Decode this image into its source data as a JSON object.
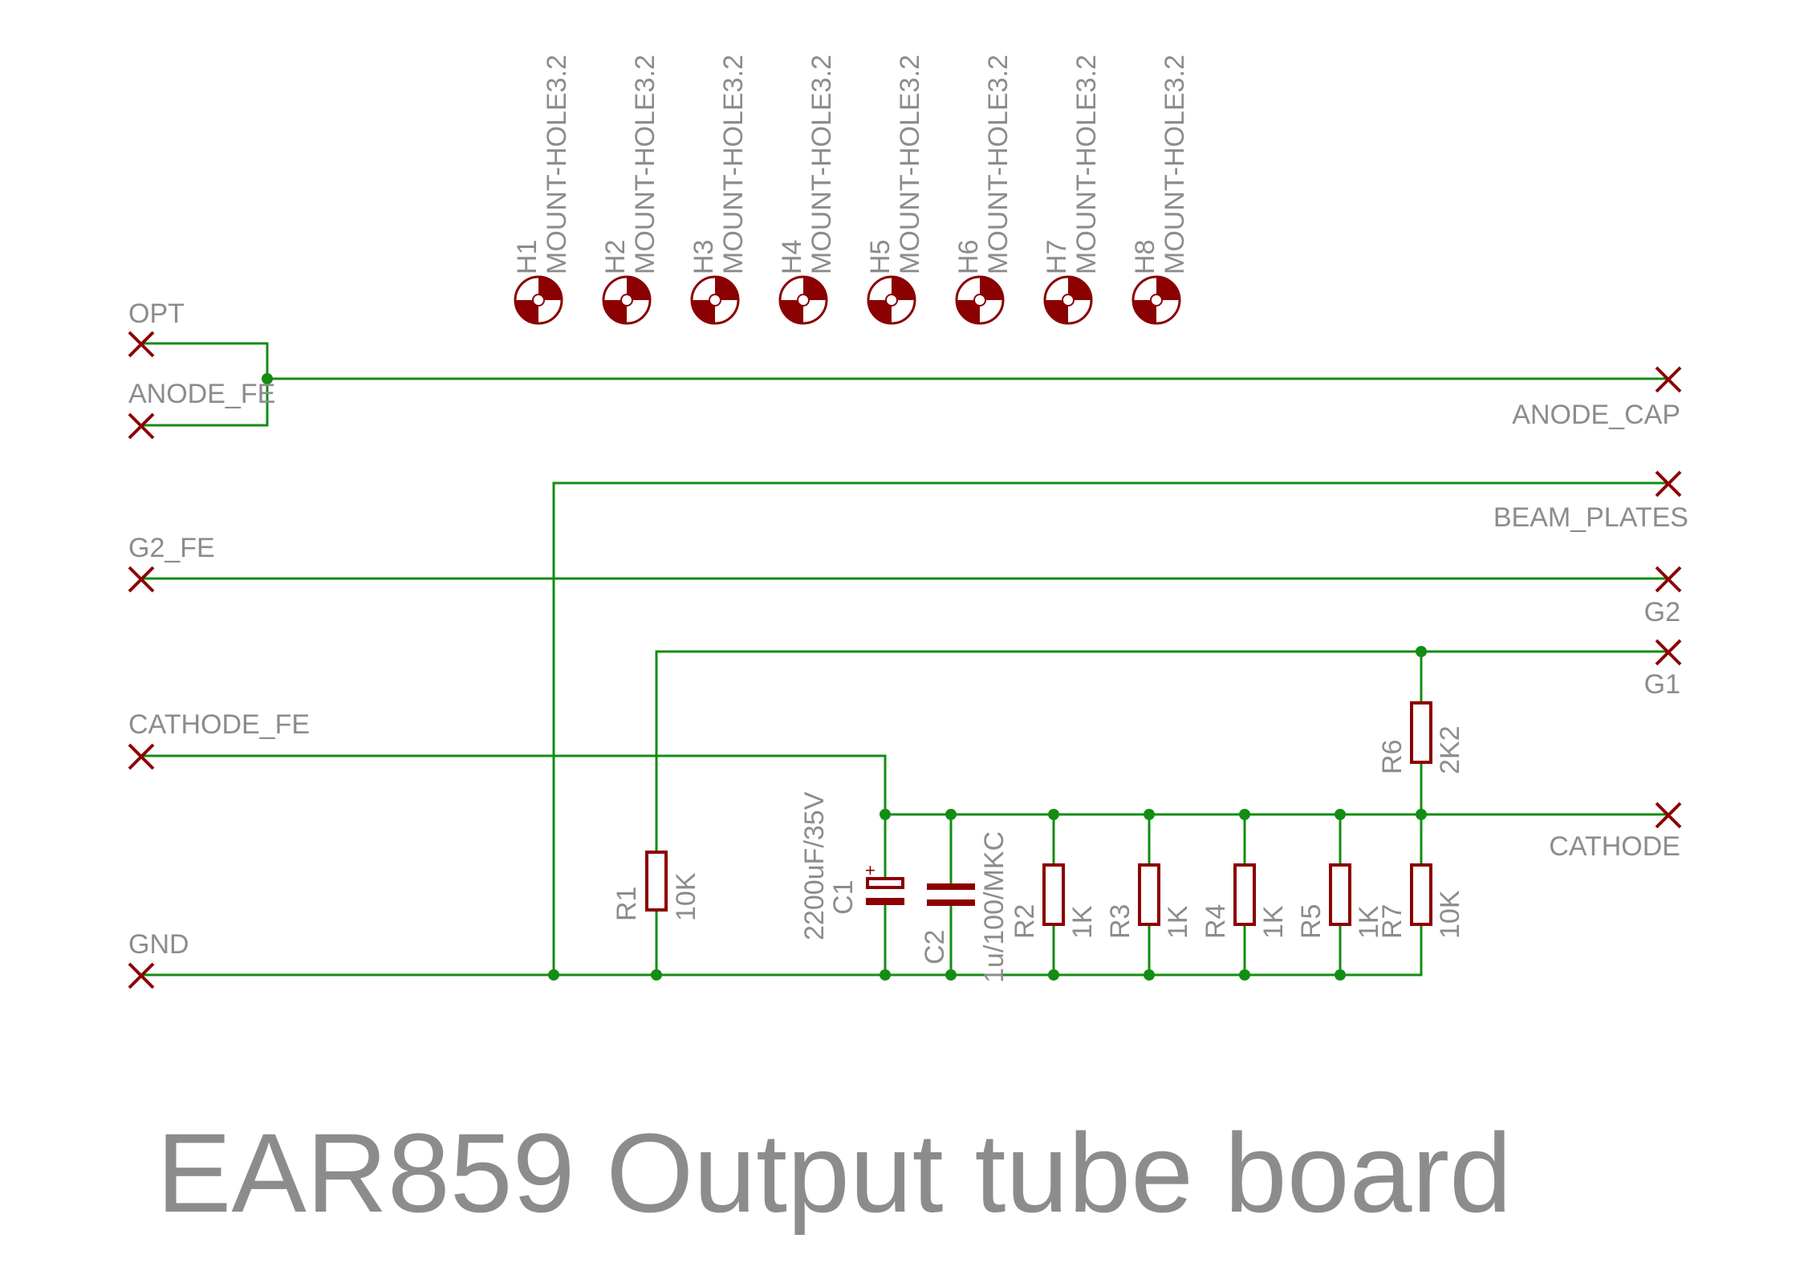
{
  "title": "EAR859 Output tube board",
  "input_ports": {
    "opt": "OPT",
    "anode_fe": "ANODE_FE",
    "g2_fe": "G2_FE",
    "cathode_fe": "CATHODE_FE",
    "gnd": "GND"
  },
  "output_ports": {
    "anode_cap": "ANODE_CAP",
    "beam_plates": "BEAM_PLATES",
    "g2": "G2",
    "g1": "G1",
    "cathode": "CATHODE"
  },
  "mount_holes": [
    {
      "ref": "H1",
      "value": "MOUNT-HOLE3.2"
    },
    {
      "ref": "H2",
      "value": "MOUNT-HOLE3.2"
    },
    {
      "ref": "H3",
      "value": "MOUNT-HOLE3.2"
    },
    {
      "ref": "H4",
      "value": "MOUNT-HOLE3.2"
    },
    {
      "ref": "H5",
      "value": "MOUNT-HOLE3.2"
    },
    {
      "ref": "H6",
      "value": "MOUNT-HOLE3.2"
    },
    {
      "ref": "H7",
      "value": "MOUNT-HOLE3.2"
    },
    {
      "ref": "H8",
      "value": "MOUNT-HOLE3.2"
    }
  ],
  "components": {
    "r1": {
      "ref": "R1",
      "value": "10K"
    },
    "c1": {
      "ref": "C1",
      "value": "2200uF/35V",
      "polarity": "+"
    },
    "c2": {
      "ref": "C2",
      "value": "1u/100/MKC"
    },
    "r2": {
      "ref": "R2",
      "value": "1K"
    },
    "r3": {
      "ref": "R3",
      "value": "1K"
    },
    "r4": {
      "ref": "R4",
      "value": "1K"
    },
    "r5": {
      "ref": "R5",
      "value": "1K"
    },
    "r6": {
      "ref": "R6",
      "value": "2K2"
    },
    "r7": {
      "ref": "R7",
      "value": "10K"
    }
  },
  "colors": {
    "wire": "#138d13",
    "part": "#8b0000",
    "text": "#8c8c8c"
  }
}
